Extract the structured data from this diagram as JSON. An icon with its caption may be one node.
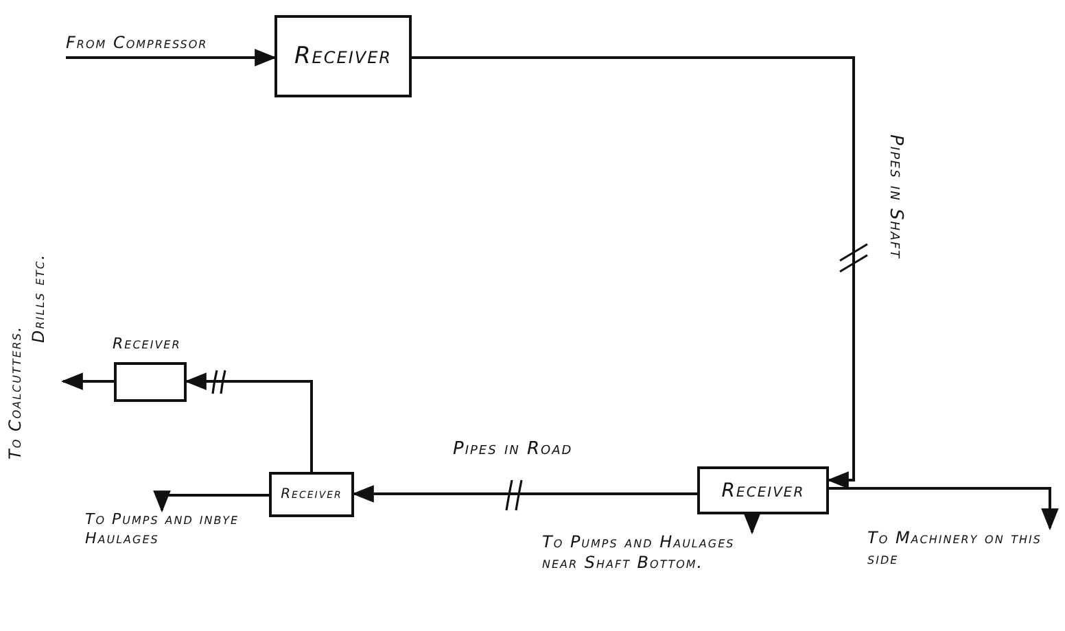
{
  "diagram": {
    "nodes": [
      {
        "text": [
          "From Compressor"
        ]
      },
      {
        "text": [
          "Receiver"
        ]
      },
      {
        "text": [
          "Receiver"
        ]
      },
      {
        "text": [
          "Receiver"
        ]
      },
      {
        "text": [
          "Receiver"
        ]
      },
      {
        "text": [
          "To Coalcutters.",
          "Drills etc."
        ]
      },
      {
        "text": [
          "To Pumps and inbye Haulages"
        ]
      },
      {
        "text": [
          "To Machinery on this side"
        ]
      },
      {
        "text": [
          "To Pumps and Haulages near Shaft Bottom."
        ]
      }
    ],
    "edges": [
      {
        "from": 0,
        "to": 1,
        "arrow": "to"
      },
      {
        "from": 1,
        "to": 2,
        "arrow": "to",
        "label": "Pipes in Shaft"
      },
      {
        "from": 2,
        "to": 3,
        "arrow": "to",
        "label": "Pipes in Road"
      },
      {
        "from": 3,
        "to": 4,
        "arrow": "to"
      },
      {
        "from": 4,
        "to": 5,
        "arrow": "to"
      },
      {
        "from": 3,
        "to": 6,
        "arrow": "to"
      },
      {
        "from": 2,
        "to": 7,
        "arrow": "to"
      },
      {
        "from": 2,
        "to": 8,
        "arrow": "to"
      }
    ]
  }
}
